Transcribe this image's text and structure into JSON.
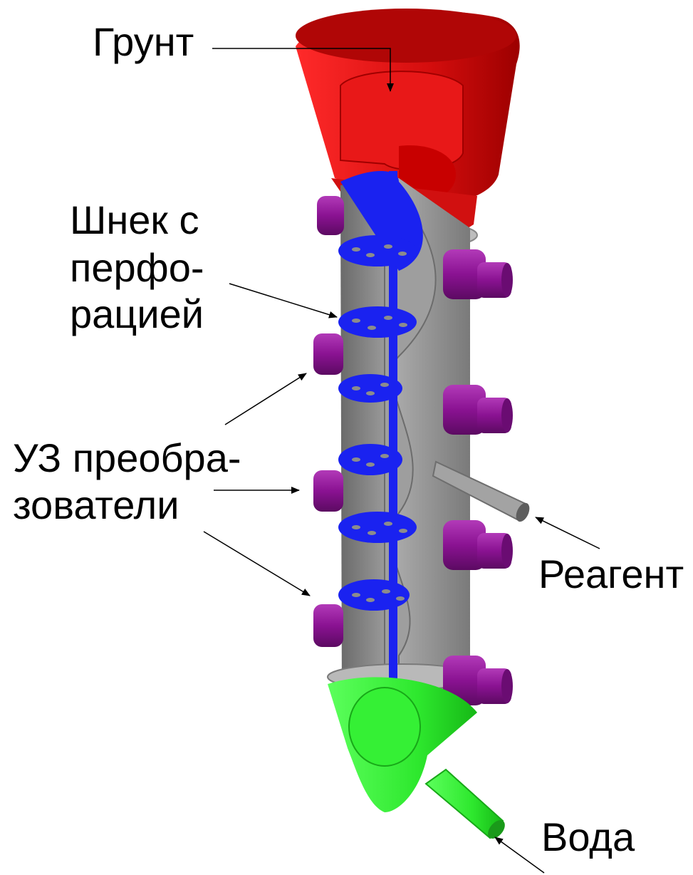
{
  "labels": {
    "soil": "Грунт",
    "auger_line1": "Шнек с",
    "auger_line2": "перфо-",
    "auger_line3": "рацией",
    "transducers_line1": "УЗ преобра-",
    "transducers_line2": "зователи",
    "reagent": "Реагент",
    "water": "Вода"
  },
  "colors": {
    "hopper": "#e21010",
    "auger": "#1a22f0",
    "transducer": "#8a1292",
    "body": "#8f8f8f",
    "outlet": "#2ee82e",
    "reagent_pipe": "#9a9a9a"
  }
}
